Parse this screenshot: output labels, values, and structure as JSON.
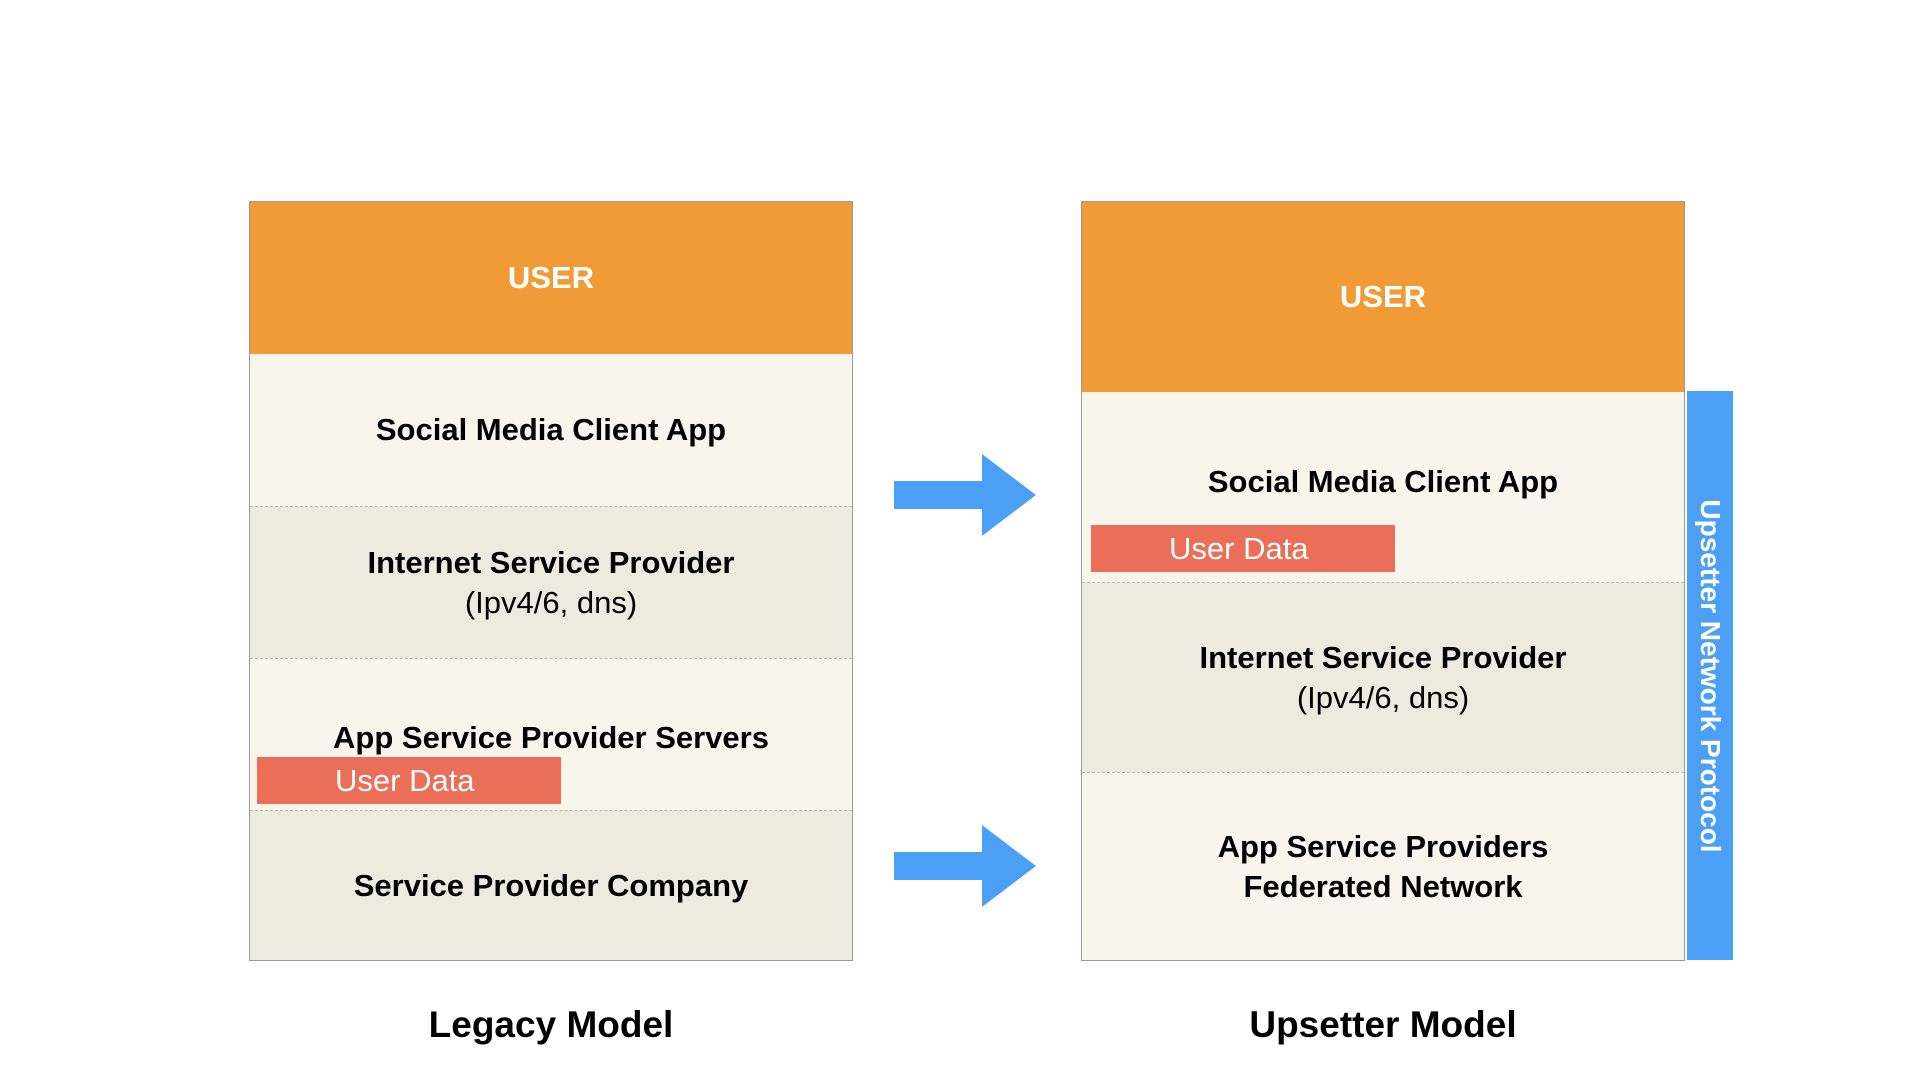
{
  "legacy": {
    "user_label": "USER",
    "client_app": "Social Media Client App",
    "isp_title": "Internet Service Provider",
    "isp_sub": "(Ipv4/6, dns)",
    "app_servers": "App Service Provider Servers",
    "user_data": "User Data",
    "company": "Service Provider Company",
    "model_label": "Legacy Model"
  },
  "upsetter": {
    "user_label": "USER",
    "client_app": "Social Media Client App",
    "user_data": "User Data",
    "isp_title": "Internet Service Provider",
    "isp_sub": "(Ipv4/6, dns)",
    "federated_line1": "App Service Providers",
    "federated_line2": "Federated Network",
    "protocol_label": "Upsetter Network Protocol",
    "model_label": "Upsetter Model"
  },
  "colors": {
    "user_layer": "#f09b36",
    "user_data": "#eb6e58",
    "protocol_bar": "#4b9ff5",
    "arrow": "#4b9ff5",
    "light_layer": "#f8f6ec",
    "dark_layer": "#edebe0"
  },
  "icons": [
    "right-arrow-icon",
    "right-arrow-icon"
  ]
}
